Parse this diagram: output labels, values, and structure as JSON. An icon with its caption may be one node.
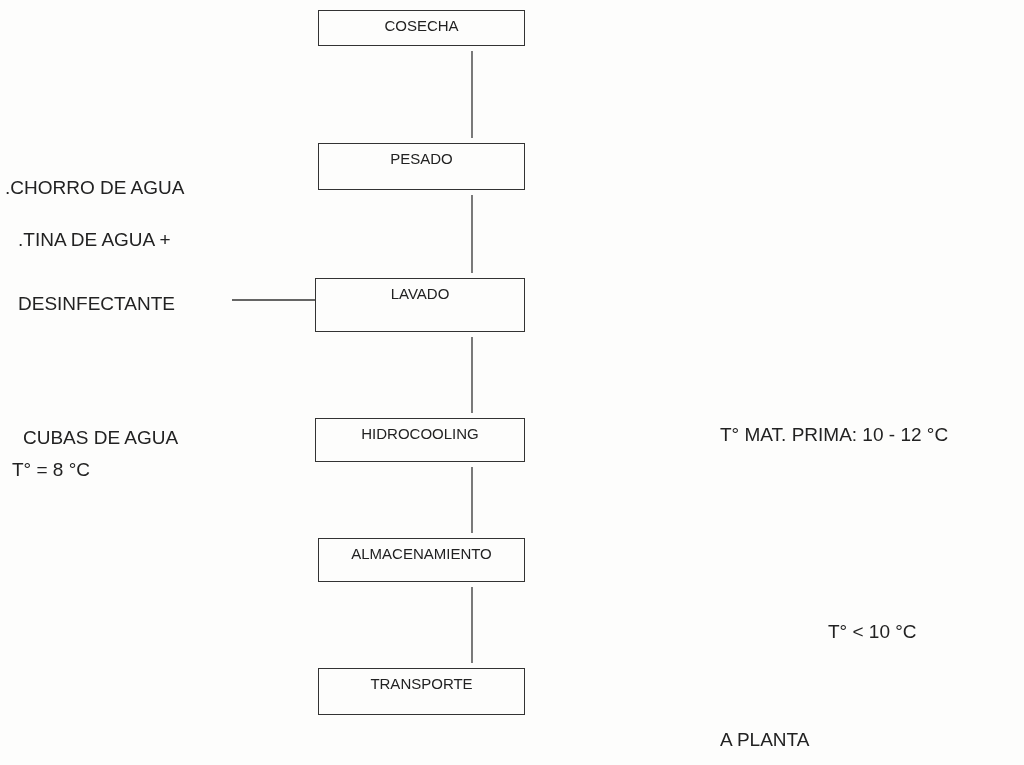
{
  "diagram": {
    "nodes": [
      {
        "text": [
          "COSECHA"
        ]
      },
      {
        "text": [
          "PESADO"
        ]
      },
      {
        "text": [
          "LAVADO"
        ]
      },
      {
        "text": [
          "HIDROCOOLING"
        ]
      },
      {
        "text": [
          "ALMACENAMIENTO"
        ]
      },
      {
        "text": [
          "TRANSPORTE"
        ]
      },
      {
        "text": [
          ".CHORRO DE AGUA",
          ".TINA DE AGUA + DESINFECTANTE"
        ]
      }
    ],
    "edges": [
      {
        "from": 0,
        "to": 1,
        "arrow": "none"
      },
      {
        "from": 1,
        "to": 2,
        "arrow": "none"
      },
      {
        "from": 2,
        "to": 3,
        "arrow": "none"
      },
      {
        "from": 3,
        "to": 4,
        "arrow": "none"
      },
      {
        "from": 4,
        "to": 5,
        "arrow": "none"
      },
      {
        "from": 6,
        "to": 2,
        "arrow": "none"
      }
    ],
    "labels": [
      "CUBAS DE AGUA",
      "T° = 8 °C",
      "T° MAT. PRIMA: 10 - 12 °C",
      "T° < 10 °C",
      "A PLANTA"
    ]
  }
}
